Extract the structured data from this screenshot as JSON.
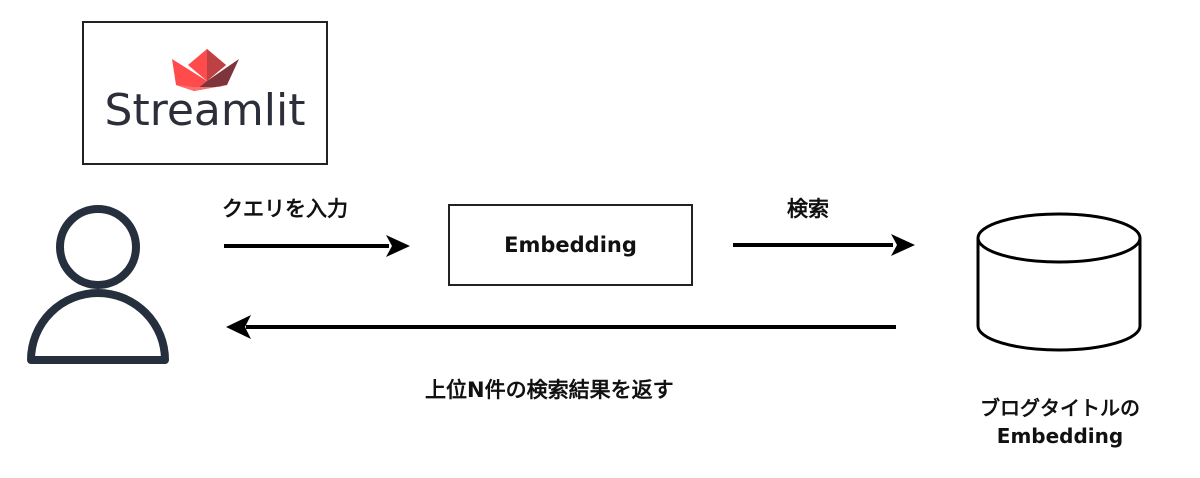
{
  "logo": {
    "text": "Streamlit",
    "colors": {
      "crown_light": "#ff4b4b",
      "crown_dark": "#7d353b",
      "text": "#2c2f3a"
    }
  },
  "nodes": {
    "user_icon": "user-icon",
    "embedding_box": "Embedding",
    "database_icon": "database-icon",
    "database_label_line1": "ブログタイトルの",
    "database_label_line2": "Embedding"
  },
  "edges": {
    "query_input": "クエリを入力",
    "search": "検索",
    "return_results": "上位N件の検索結果を返す"
  }
}
